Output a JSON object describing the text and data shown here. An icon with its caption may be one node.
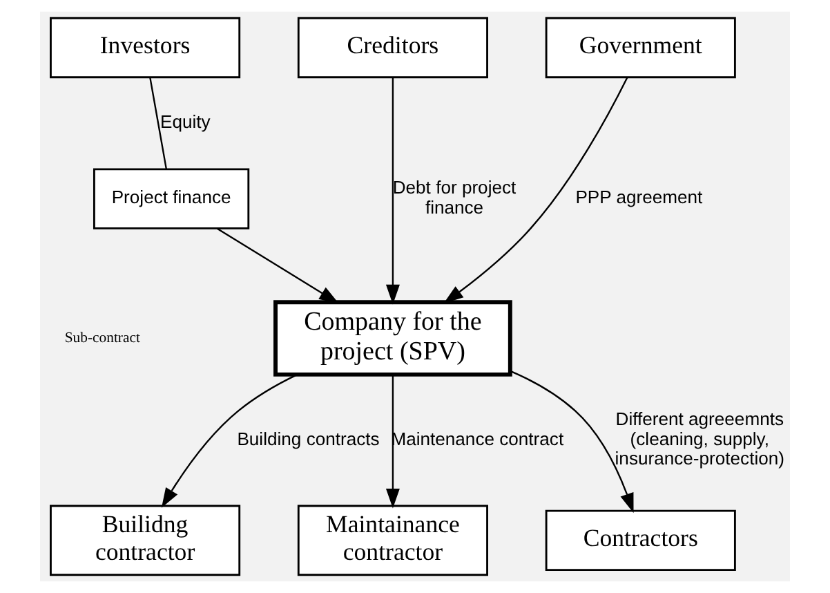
{
  "diagram": {
    "nodes": [
      {
        "text": [
          "Investors"
        ]
      },
      {
        "text": [
          "Creditors"
        ]
      },
      {
        "text": [
          "Government"
        ]
      },
      {
        "text": [
          "Project finance"
        ]
      },
      {
        "text": [
          "Company for the project (SPV)"
        ]
      },
      {
        "text": [
          "Builidng contractor"
        ]
      },
      {
        "text": [
          "Maintainance contractor"
        ]
      },
      {
        "text": [
          "Contractors"
        ]
      }
    ],
    "edges": [
      {
        "from": 0,
        "to": 3,
        "arrow": "none",
        "label": "Equity"
      },
      {
        "from": 3,
        "to": 4,
        "arrow": "to"
      },
      {
        "from": 1,
        "to": 4,
        "arrow": "to",
        "label": "Debt for project finance"
      },
      {
        "from": 2,
        "to": 4,
        "arrow": "to",
        "label": "PPP agreement"
      },
      {
        "from": 4,
        "to": 5,
        "arrow": "to",
        "label": "Building contracts"
      },
      {
        "from": 4,
        "to": 6,
        "arrow": "to",
        "label": "Maintenance contract"
      },
      {
        "from": 4,
        "to": 7,
        "arrow": "to",
        "label": "Different agreeemnts (cleaning, supply, insurance-protection)"
      }
    ],
    "labels": [
      "Sub-contract"
    ]
  }
}
